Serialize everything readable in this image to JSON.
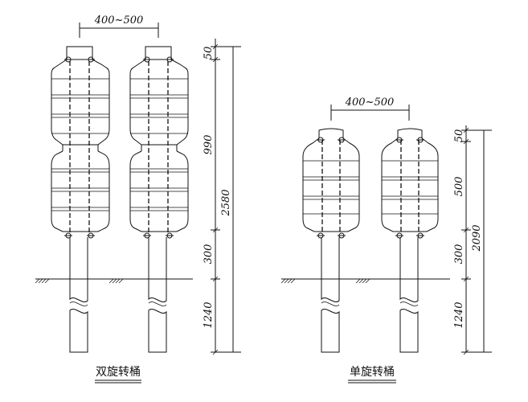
{
  "left_drawing": {
    "title": "双旋转桶",
    "spacing_label": "400~500",
    "dims": {
      "cap": "50",
      "barrel": "990",
      "total": "2580",
      "above_ground": "300",
      "below_ground": "1240"
    }
  },
  "right_drawing": {
    "title": "单旋转桶",
    "spacing_label": "400~500",
    "dims": {
      "cap": "50",
      "barrel": "500",
      "total": "2090",
      "above_ground": "300",
      "below_ground": "1240"
    }
  }
}
